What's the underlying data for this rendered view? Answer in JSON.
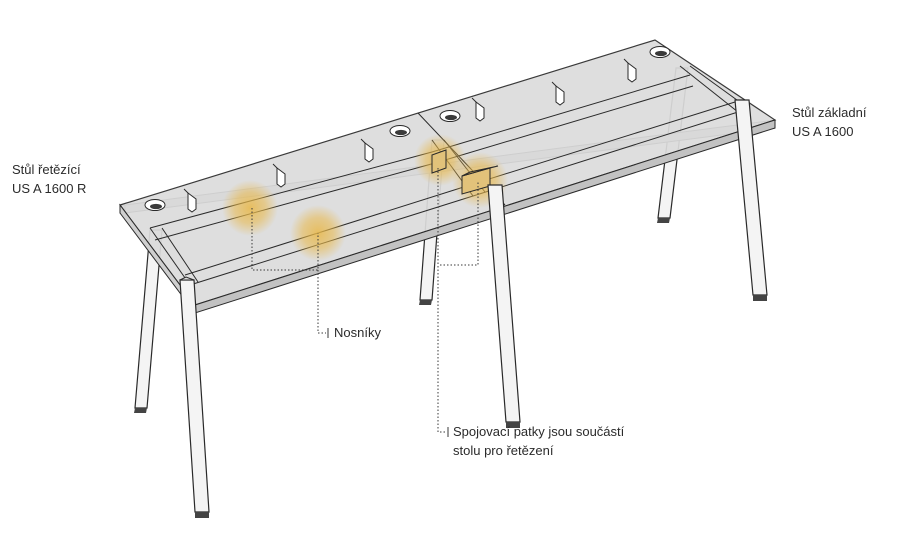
{
  "labels": {
    "chained_desk": {
      "line1": "Stůl řetězící",
      "line2": "US A 1600 R"
    },
    "basic_desk": {
      "line1": "Stůl základní",
      "line2": "US A 1600"
    },
    "beams": "Nosníky",
    "connectors": {
      "line1": "Spojovací patky jsou součástí",
      "line2": "stolu pro řetězení"
    }
  },
  "colors": {
    "outline": "#2a2a2a",
    "top_surface": "#dcdcdc",
    "top_edge": "#b9b9b9",
    "leg_front": "#f4f4f4",
    "leg_side": "#dddddd",
    "highlight": "#e8b84a",
    "connector_part": "#e2c27a"
  }
}
